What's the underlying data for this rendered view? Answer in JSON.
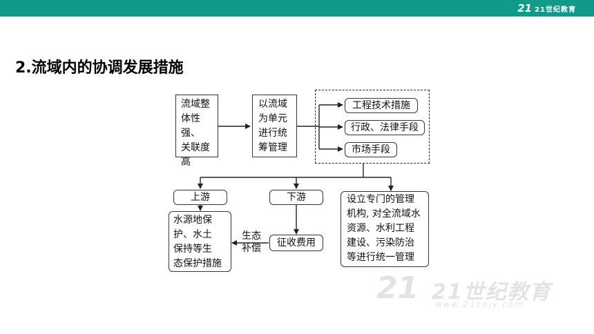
{
  "header": {
    "logo_mark": "21",
    "logo_text": "21世纪教育"
  },
  "title": "2.流域内的协调发展措施",
  "diagram": {
    "feature": [
      "流域整",
      "体性强、",
      "关联度",
      "高"
    ],
    "unit_management": [
      "以流域",
      "为单元",
      "进行统",
      "筹管理"
    ],
    "measures": [
      "工程技术措施",
      "行政、法律手段",
      "市场手段"
    ],
    "upstream": "上游",
    "downstream": "下游",
    "upstream_actions": [
      "水源地保",
      "护、水土",
      "保持等生",
      "态保护措施"
    ],
    "compensation_label": [
      "生态",
      "补偿"
    ],
    "fee_collection": "征收费用",
    "management_body": [
      "设立专门的管理",
      "机构, 对全流域水",
      "资源、水利工程",
      "建设、污染防治",
      "等进行统一管理"
    ]
  },
  "watermark": {
    "mark": "21",
    "text": "21世纪教育",
    "url": "www.21cnjy.com"
  }
}
